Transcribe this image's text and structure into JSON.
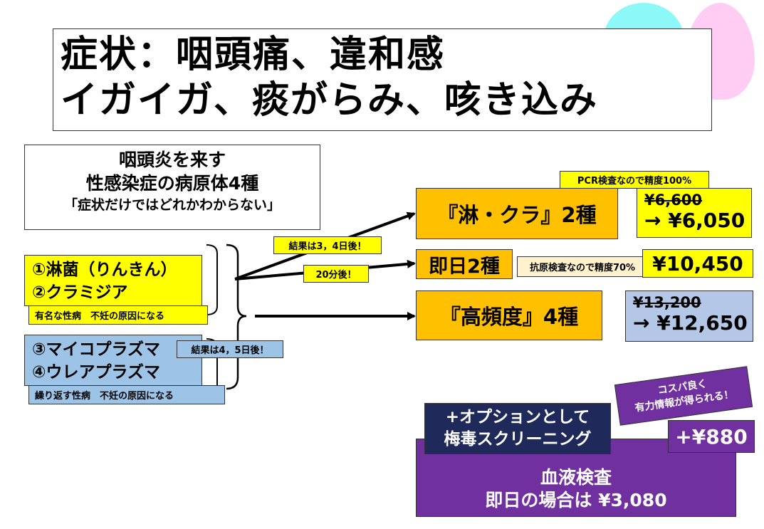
{
  "title": {
    "line1": "症状：咽頭痛、違和感",
    "line2": "イガイガ、痰がらみ、咳き込み"
  },
  "pathogen_box": {
    "line1": "咽頭炎を来す",
    "line2": "性感染症の病原体4種",
    "line3": "「症状だけではどれかわからない」"
  },
  "group1": {
    "item1": "①淋菌（りんきん）",
    "item2": "②クラミジア",
    "note": "有名な性病　不妊の原因になる"
  },
  "group2": {
    "item1": "③マイコプラズマ",
    "item2": "④ウレアプラズマ",
    "note": "繰り返す性病　不妊の原因になる",
    "result": "結果は4，5日後！"
  },
  "arrows": {
    "result_3_4": "結果は3，4日後！",
    "minutes_20": "20分後！"
  },
  "tests": {
    "rinkura": {
      "label": "『淋・クラ』2種",
      "badge": "PCR検査なので精度100%",
      "old_price": "¥6,600",
      "new_price": "→ ¥6,050"
    },
    "sokujitsu": {
      "label": "即日2種",
      "badge": "抗原検査なので精度70%",
      "price": "¥10,450"
    },
    "koukindo": {
      "label": "『高頻度』4種",
      "old_price": "¥13,200",
      "new_price": "→ ¥12,650"
    }
  },
  "option": {
    "header_line1": "+オプションとして",
    "header_line2": "梅毒スクリーニング",
    "cospa_line1": "コスパ良く",
    "cospa_line2": "有力情報が得られる！",
    "price": "+¥880",
    "blood_line1": "血液検査",
    "blood_line2": "即日の場合は ¥3,080"
  },
  "colors": {
    "yellow": "#ffff00",
    "orange": "#ffc000",
    "light_blue": "#9dc3e6",
    "steel_blue": "#b4c7e7",
    "purple": "#7030a0",
    "navy": "#1f2a5a",
    "cyan_blob": "#7ff7f7",
    "pink_blob": "#ffc8f3"
  }
}
